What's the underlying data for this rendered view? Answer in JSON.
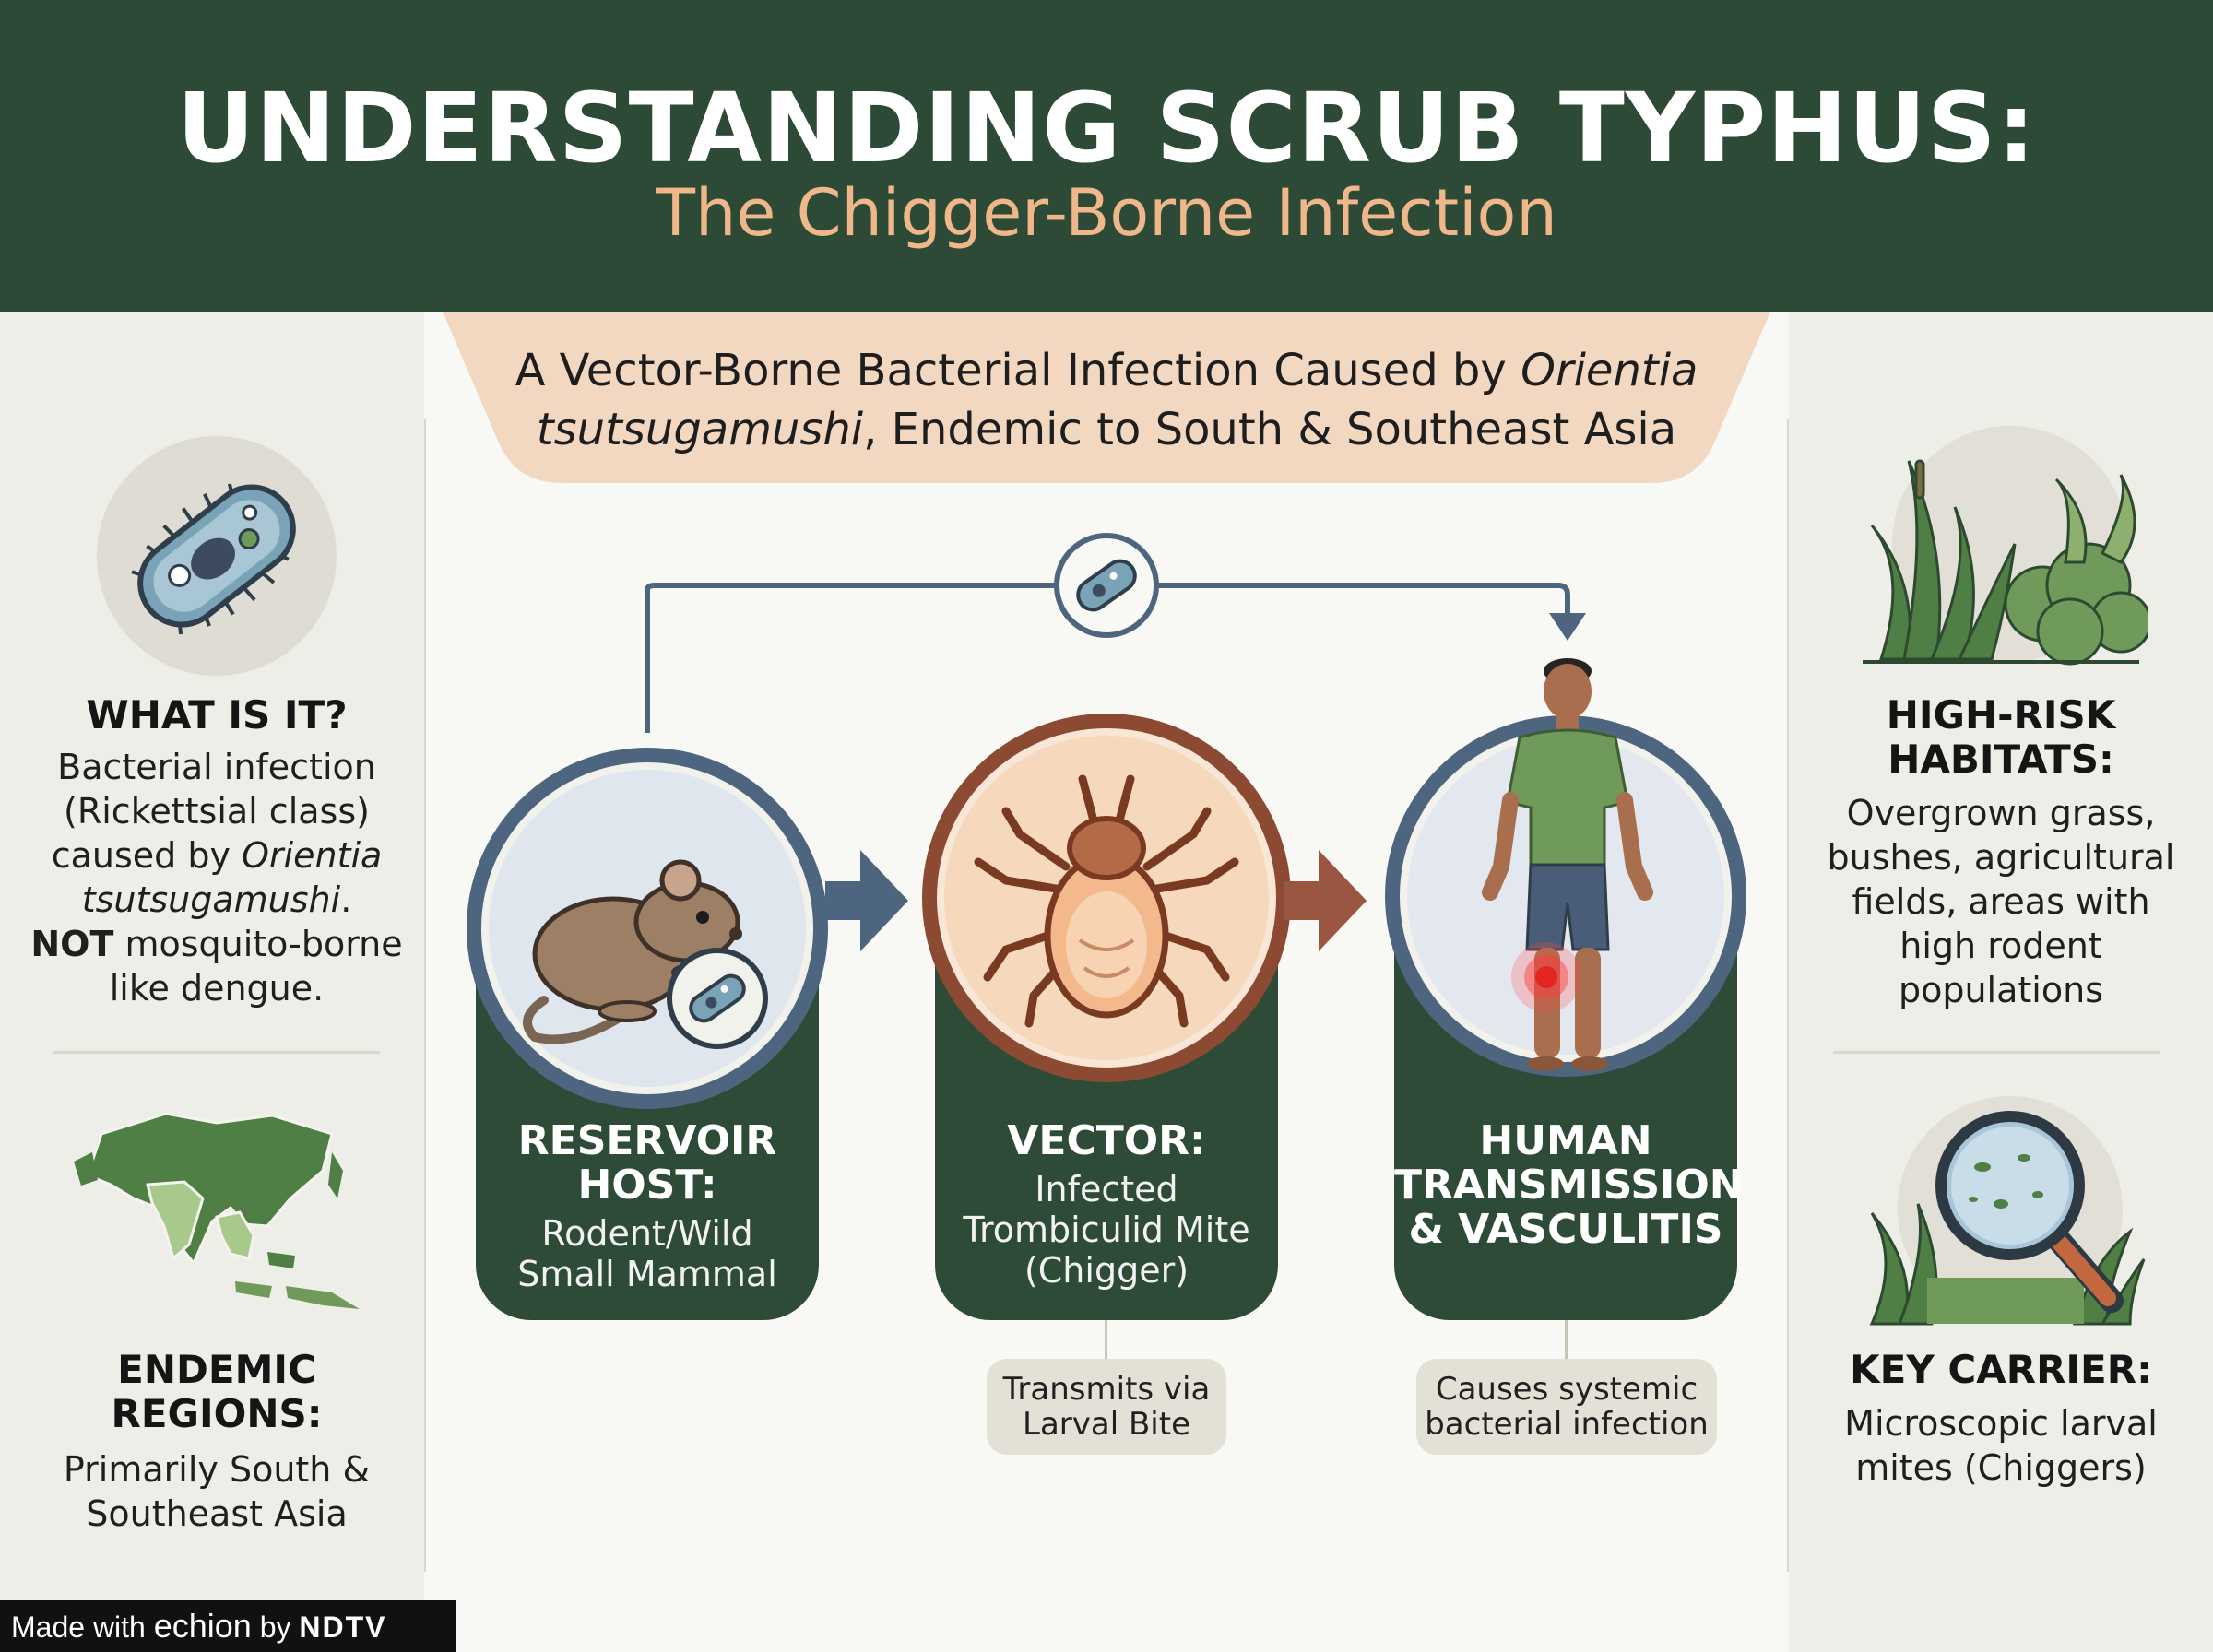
{
  "header": {
    "title": "UNDERSTANDING SCRUB TYPHUS:",
    "subtitle": "The Chigger-Borne Infection"
  },
  "banner": {
    "line1_prefix": "A Vector-Borne Bacterial Infection Caused by ",
    "line1_italic": "Orientia",
    "line2_italic": "tsutsugamushi",
    "line2_suffix": ", Endemic to South & Southeast Asia"
  },
  "left_panel": {
    "what_is_it": {
      "icon": "bacterium-icon",
      "heading": "WHAT IS IT?",
      "body_line1": "Bacterial infection",
      "body_line2": "(Rickettsial class)",
      "body_line3_prefix": "caused by ",
      "body_line3_italic": "Orientia",
      "body_line4_italic": "tsutsugamushi",
      "body_line4_suffix": ".",
      "body_line5_bold": "NOT",
      "body_line5_suffix": " mosquito-borne",
      "body_line6": "like dengue."
    },
    "endemic": {
      "icon": "asia-map-icon",
      "heading_line1": "ENDEMIC",
      "heading_line2": "REGIONS:",
      "body_line1": "Primarily South &",
      "body_line2": "Southeast Asia"
    }
  },
  "right_panel": {
    "habitats": {
      "icon": "grass-bush-icon",
      "heading_line1": "HIGH-RISK",
      "heading_line2": "HABITATS:",
      "body_line1": "Overgrown grass,",
      "body_line2": "bushes, agricultural",
      "body_line3": "fields, areas with",
      "body_line4": "high rodent",
      "body_line5": "populations"
    },
    "carrier": {
      "icon": "magnifier-grass-icon",
      "heading": "KEY CARRIER:",
      "body_line1": "Microscopic larval",
      "body_line2": "mites (Chiggers)"
    }
  },
  "stages": [
    {
      "icon": "rodent-icon",
      "title_line1": "RESERVOIR",
      "title_line2": "HOST:",
      "sub_line1": "Rodent/Wild",
      "sub_line2": "Small Mammal"
    },
    {
      "icon": "mite-icon",
      "title_line1": "VECTOR:",
      "sub_line1": "Infected",
      "sub_line2": "Trombiculid Mite",
      "sub_line3": "(Chigger)",
      "note_line1": "Transmits via",
      "note_line2": "Larval Bite"
    },
    {
      "icon": "human-figure-icon",
      "title_line1": "HUMAN",
      "title_line2": "TRANSMISSION",
      "title_line3": "& VASCULITIS",
      "note_line1": "Causes systemic",
      "note_line2": "bacterial infection"
    }
  ],
  "footer": {
    "made_with": "Made with ",
    "brand": "echion",
    "by": " by ",
    "ndtv": "NDTV"
  },
  "colors": {
    "header_green": "#2c4a36",
    "accent_peach": "#f0b78a",
    "banner_peach": "#f3d8c1",
    "ring_slate": "#4e6580",
    "ring_brown": "#8c4a33",
    "card_green": "#2d4b37"
  }
}
